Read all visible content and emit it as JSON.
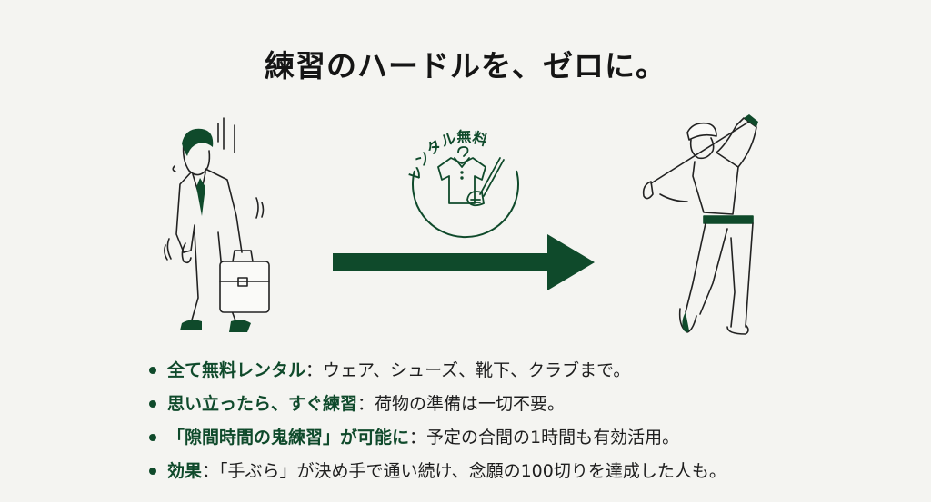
{
  "title": "練習のハードルを、ゼロに。",
  "colors": {
    "accent": "#0f4a2b",
    "background": "#f4f4f1",
    "text": "#1e1e1e",
    "line": "#222222"
  },
  "badge": {
    "label": "レンタル無料",
    "icons": [
      "hanger-icon",
      "polo-shirt-icon",
      "golf-club-icon"
    ]
  },
  "illustrations": {
    "before": "tired-businessman-with-briefcase",
    "arrow": "right-arrow",
    "after": "happy-golfer-swinging"
  },
  "bullets": [
    {
      "highlight": "全て無料レンタル",
      "sep": "：",
      "text": "ウェア、シューズ、靴下、クラブまで。"
    },
    {
      "highlight": "思い立ったら、すぐ練習",
      "sep": "：",
      "text": "荷物の準備は一切不要。"
    },
    {
      "highlight": "「隙間時間の鬼練習」が可能に",
      "sep": "：",
      "text": "予定の合間の1時間も有効活用。"
    },
    {
      "highlight": "効果",
      "sep": "：",
      "text": "「手ぶら」が決め手で通い続け、念願の100切りを達成した人も。"
    }
  ]
}
